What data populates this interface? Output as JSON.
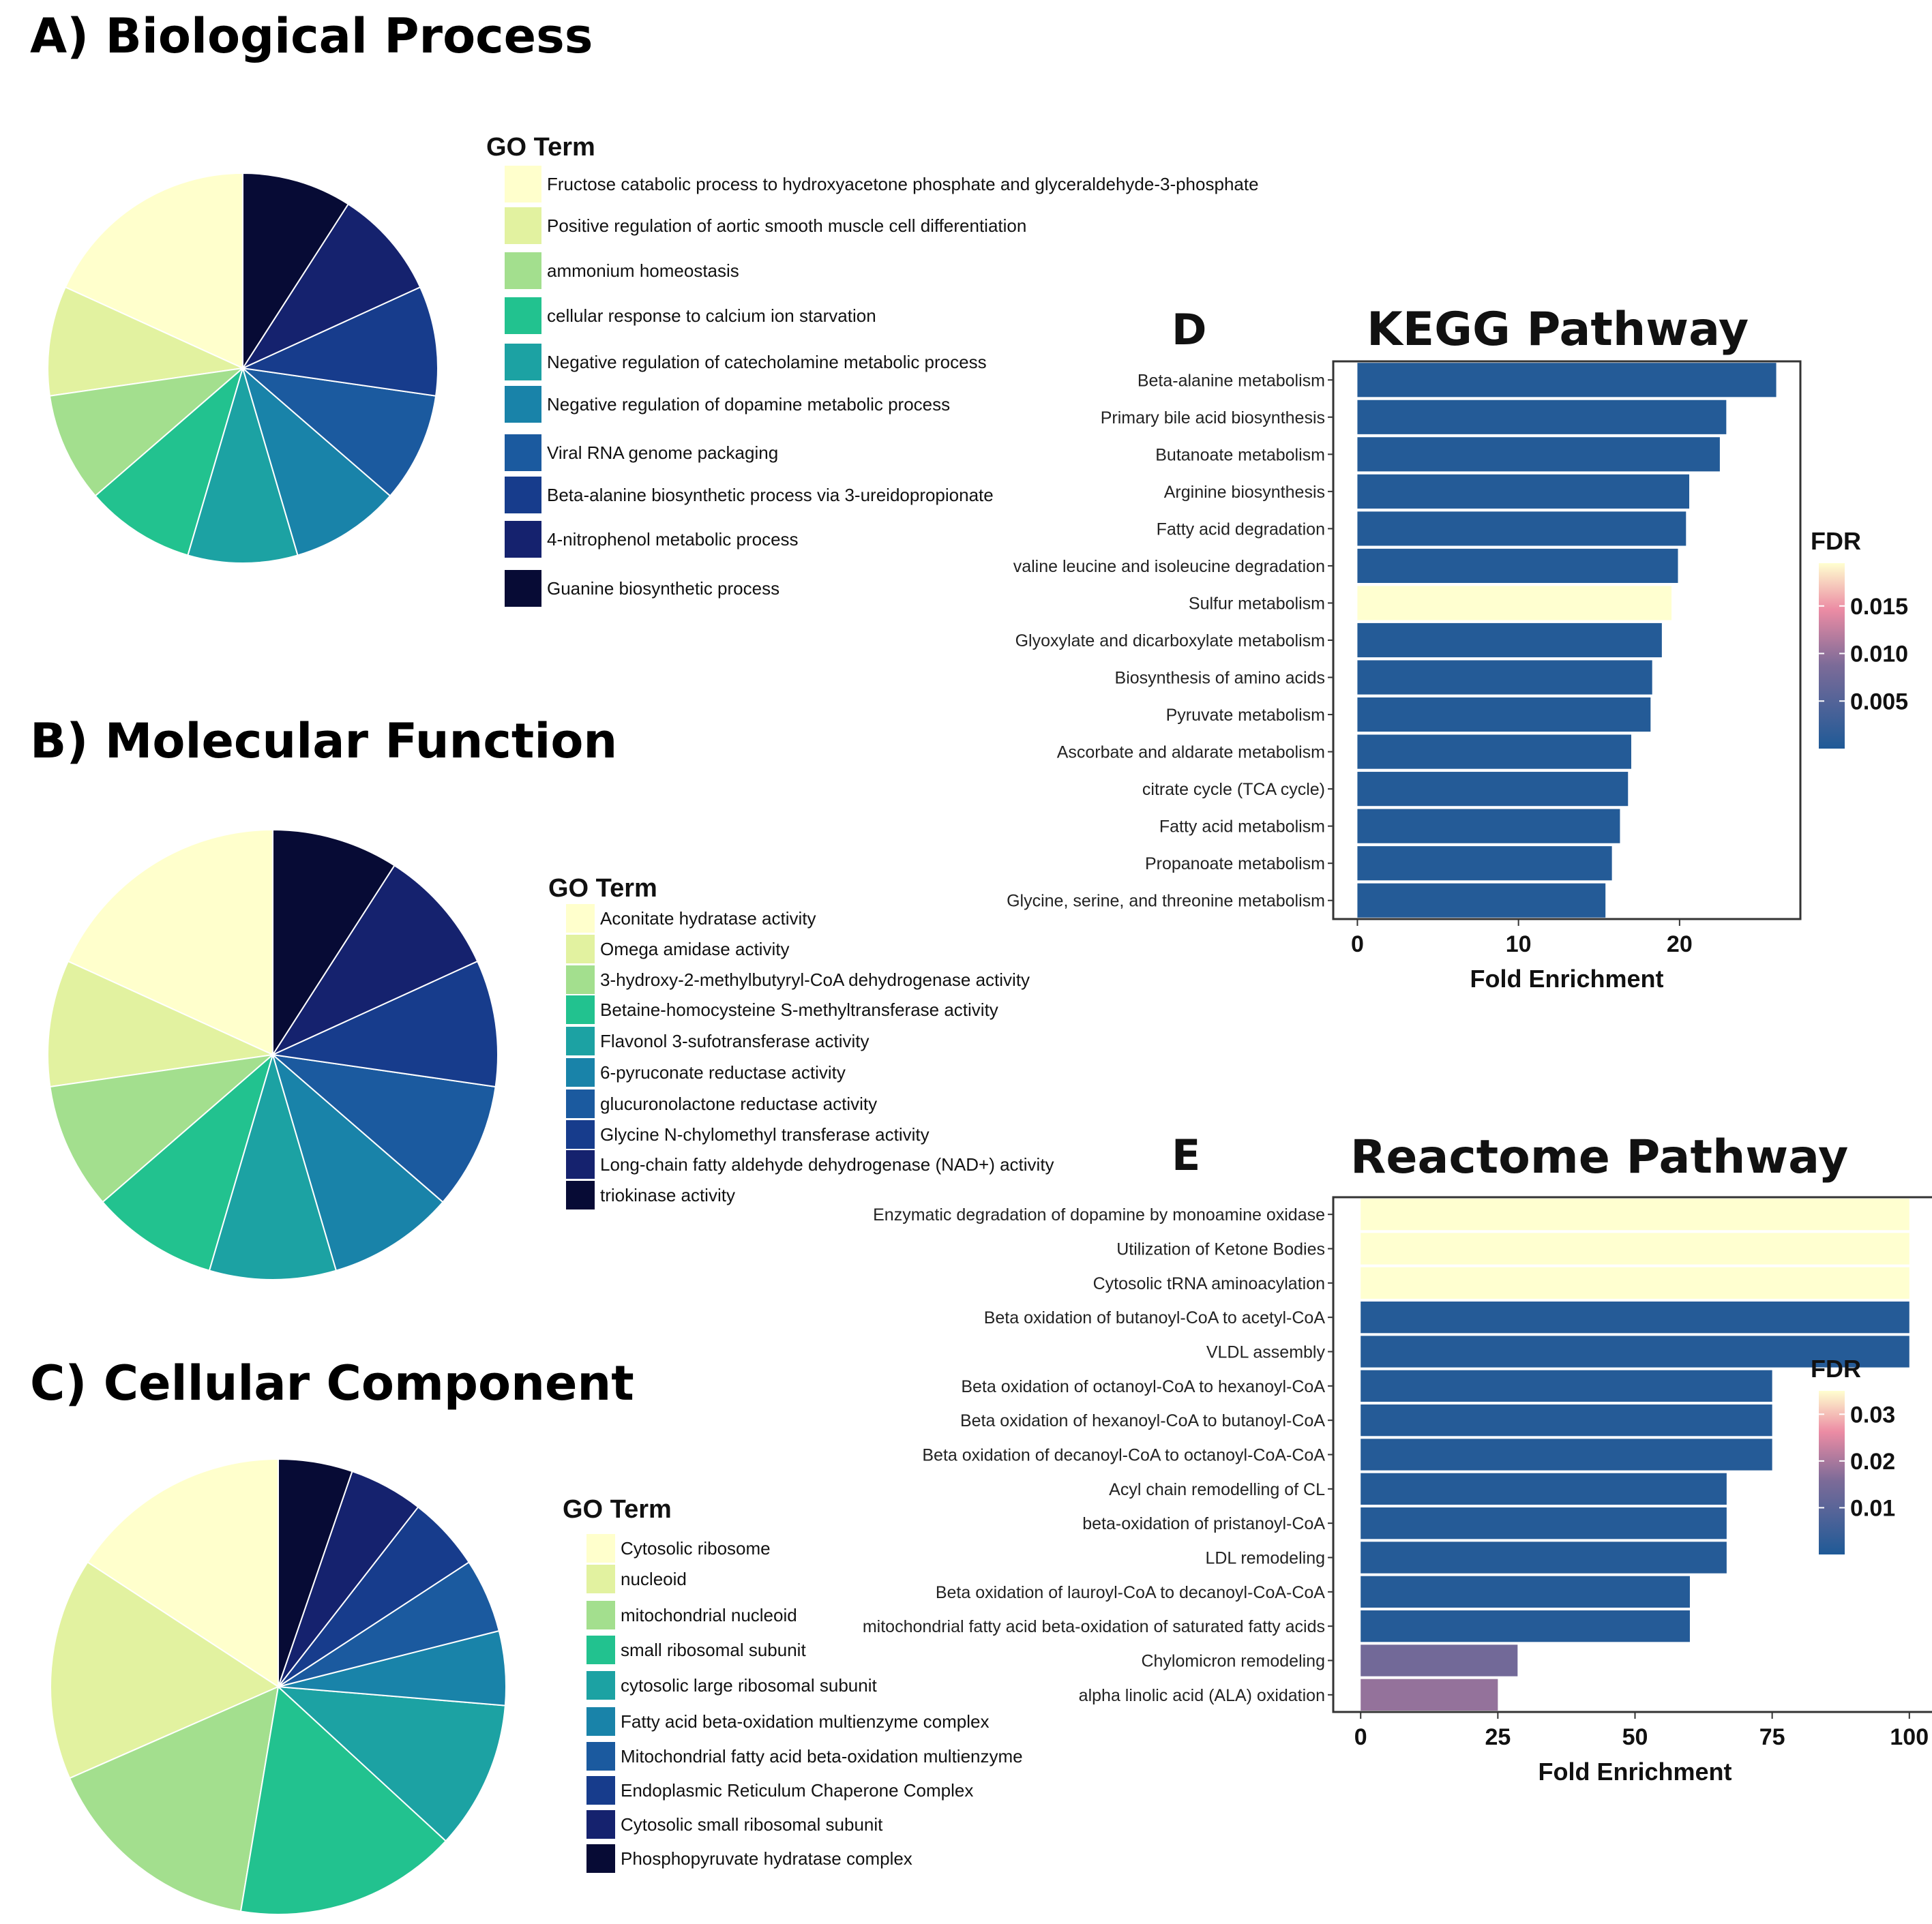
{
  "pies": [
    {
      "title": "A) Biological Process",
      "legend_title": "GO Term",
      "items": [
        {
          "label": "Fructose catabolic process to hydroxyacetone phosphate and glyceraldehyde-3-phosphate",
          "value": 2,
          "color": "#ffffcc"
        },
        {
          "label": "Positive regulation of aortic smooth muscle cell differentiation",
          "value": 1,
          "color": "#e2f2a0"
        },
        {
          "label": "ammonium homeostasis",
          "value": 1,
          "color": "#a3df8e"
        },
        {
          "label": "cellular response to calcium ion starvation",
          "value": 1,
          "color": "#22c28f"
        },
        {
          "label": "Negative regulation of catecholamine metabolic process",
          "value": 1,
          "color": "#1ca2a3"
        },
        {
          "label": "Negative regulation of dopamine metabolic process",
          "value": 1,
          "color": "#1983a9"
        },
        {
          "label": "Viral RNA genome packaging",
          "value": 1,
          "color": "#1b5a9f"
        },
        {
          "label": "Beta-alanine biosynthetic process via 3-ureidopropionate",
          "value": 1,
          "color": "#173c8c"
        },
        {
          "label": "4-nitrophenol metabolic process",
          "value": 1,
          "color": "#15226e"
        },
        {
          "label": "Guanine biosynthetic process",
          "value": 1,
          "color": "#070b35"
        }
      ]
    },
    {
      "title": "B) Molecular Function",
      "legend_title": "GO Term",
      "items": [
        {
          "label": "Aconitate hydratase activity",
          "value": 2,
          "color": "#ffffcc"
        },
        {
          "label": "Omega amidase activity",
          "value": 1,
          "color": "#e2f2a0"
        },
        {
          "label": "3-hydroxy-2-methylbutyryl-CoA dehydrogenase activity",
          "value": 1,
          "color": "#a3df8e"
        },
        {
          "label": "Betaine-homocysteine S-methyltransferase activity",
          "value": 1,
          "color": "#22c28f"
        },
        {
          "label": "Flavonol 3-sufotransferase activity",
          "value": 1,
          "color": "#1ca2a3"
        },
        {
          "label": "6-pyruconate reductase activity",
          "value": 1,
          "color": "#1983a9"
        },
        {
          "label": "glucuronolactone reductase activity",
          "value": 1,
          "color": "#1b5a9f"
        },
        {
          "label": "Glycine N-chylomethyl transferase activity",
          "value": 1,
          "color": "#173c8c"
        },
        {
          "label": "Long-chain fatty aldehyde dehydrogenase (NAD+) activity",
          "value": 1,
          "color": "#15226e"
        },
        {
          "label": "triokinase activity",
          "value": 1,
          "color": "#070b35"
        }
      ]
    },
    {
      "title": "C) Cellular Component",
      "legend_title": "GO Term",
      "items": [
        {
          "label": "Cytosolic ribosome",
          "value": 3,
          "color": "#ffffcc"
        },
        {
          "label": "nucleoid",
          "value": 3,
          "color": "#e2f2a0"
        },
        {
          "label": "mitochondrial nucleoid",
          "value": 3,
          "color": "#a3df8e"
        },
        {
          "label": "small ribosomal subunit",
          "value": 3,
          "color": "#22c28f"
        },
        {
          "label": "cytosolic large ribosomal subunit",
          "value": 2,
          "color": "#1ca2a3"
        },
        {
          "label": "Fatty acid beta-oxidation multienzyme complex",
          "value": 1,
          "color": "#1983a9"
        },
        {
          "label": "Mitochondrial fatty acid beta-oxidation multienzyme",
          "value": 1,
          "color": "#1b5a9f"
        },
        {
          "label": "Endoplasmic Reticulum Chaperone Complex",
          "value": 1,
          "color": "#173c8c"
        },
        {
          "label": "Cytosolic small ribosomal subunit",
          "value": 1,
          "color": "#15226e"
        },
        {
          "label": "Phosphopyruvate hydratase complex",
          "value": 1,
          "color": "#070b35"
        }
      ]
    }
  ],
  "kegg": {
    "letter": "D",
    "title": "KEGG Pathway",
    "xlabel": "Fold Enrichment",
    "xticks": [
      0,
      10,
      20
    ],
    "xlim": [
      -1.5,
      27.5
    ],
    "legend_title": "FDR",
    "legend_ticks": [
      "0.015",
      "0.010",
      "0.005"
    ],
    "legend_tick_values": [
      0.015,
      0.01,
      0.005
    ],
    "legend_range": [
      0.0,
      0.0195
    ],
    "chart_data": {
      "type": "bar",
      "orientation": "horizontal",
      "categories": [
        "Beta-alanine metabolism",
        "Primary bile acid biosynthesis",
        "Butanoate metabolism",
        "Arginine biosynthesis",
        "Fatty acid degradation",
        "valine leucine and isoleucine degradation",
        "Sulfur metabolism",
        "Glyoxylate and dicarboxylate metabolism",
        "Biosynthesis of amino acids",
        "Pyruvate metabolism",
        "Ascorbate and aldarate metabolism",
        "citrate cycle (TCA cycle)",
        "Fatty acid metabolism",
        "Propanoate metabolism",
        "Glycine, serine, and threonine metabolism"
      ],
      "values": [
        26,
        22.9,
        22.5,
        20.6,
        20.4,
        19.9,
        19.5,
        18.9,
        18.3,
        18.2,
        17.0,
        16.8,
        16.3,
        15.8,
        15.4
      ],
      "fdr": [
        0.0005,
        0.0005,
        0.0005,
        0.0005,
        0.0005,
        0.0005,
        0.0195,
        0.0005,
        0.0005,
        0.0005,
        0.0005,
        0.0005,
        0.0005,
        0.0005,
        0.0005
      ]
    }
  },
  "reactome": {
    "letter": "E",
    "title": "Reactome  Pathway",
    "xlabel": "Fold Enrichment",
    "xticks": [
      0,
      25,
      50,
      75,
      100
    ],
    "xlim": [
      -5,
      105
    ],
    "legend_title": "FDR",
    "legend_ticks": [
      "0.03",
      "0.02",
      "0.01"
    ],
    "legend_tick_values": [
      0.03,
      0.02,
      0.01
    ],
    "legend_range": [
      0.0,
      0.035
    ],
    "chart_data": {
      "type": "bar",
      "orientation": "horizontal",
      "categories": [
        "Enzymatic degradation of dopamine by monoamine oxidase",
        "Utilization of Ketone Bodies",
        "Cytosolic tRNA aminoacylation",
        "Beta oxidation of butanoyl-CoA to acetyl-CoA",
        "VLDL assembly",
        "Beta oxidation of octanoyl-CoA to hexanoyl-CoA",
        "Beta oxidation of hexanoyl-CoA to butanoyl-CoA",
        "Beta oxidation of decanoyl-CoA to octanoyl-CoA-CoA",
        "Acyl chain remodelling of CL",
        "beta-oxidation of pristanoyl-CoA",
        "LDL remodeling",
        "Beta oxidation of lauroyl-CoA to decanoyl-CoA-CoA",
        "mitochondrial fatty acid beta-oxidation of saturated fatty acids",
        "Chylomicron remodeling",
        "alpha linolic acid (ALA) oxidation"
      ],
      "values": [
        100,
        100,
        100,
        100,
        100,
        75,
        75,
        75,
        66.7,
        66.7,
        66.7,
        60,
        60,
        28.6,
        25
      ],
      "fdr": [
        0.035,
        0.035,
        0.035,
        0.001,
        0.001,
        0.001,
        0.001,
        0.001,
        0.001,
        0.001,
        0.001,
        0.001,
        0.001,
        0.014,
        0.018
      ]
    }
  }
}
